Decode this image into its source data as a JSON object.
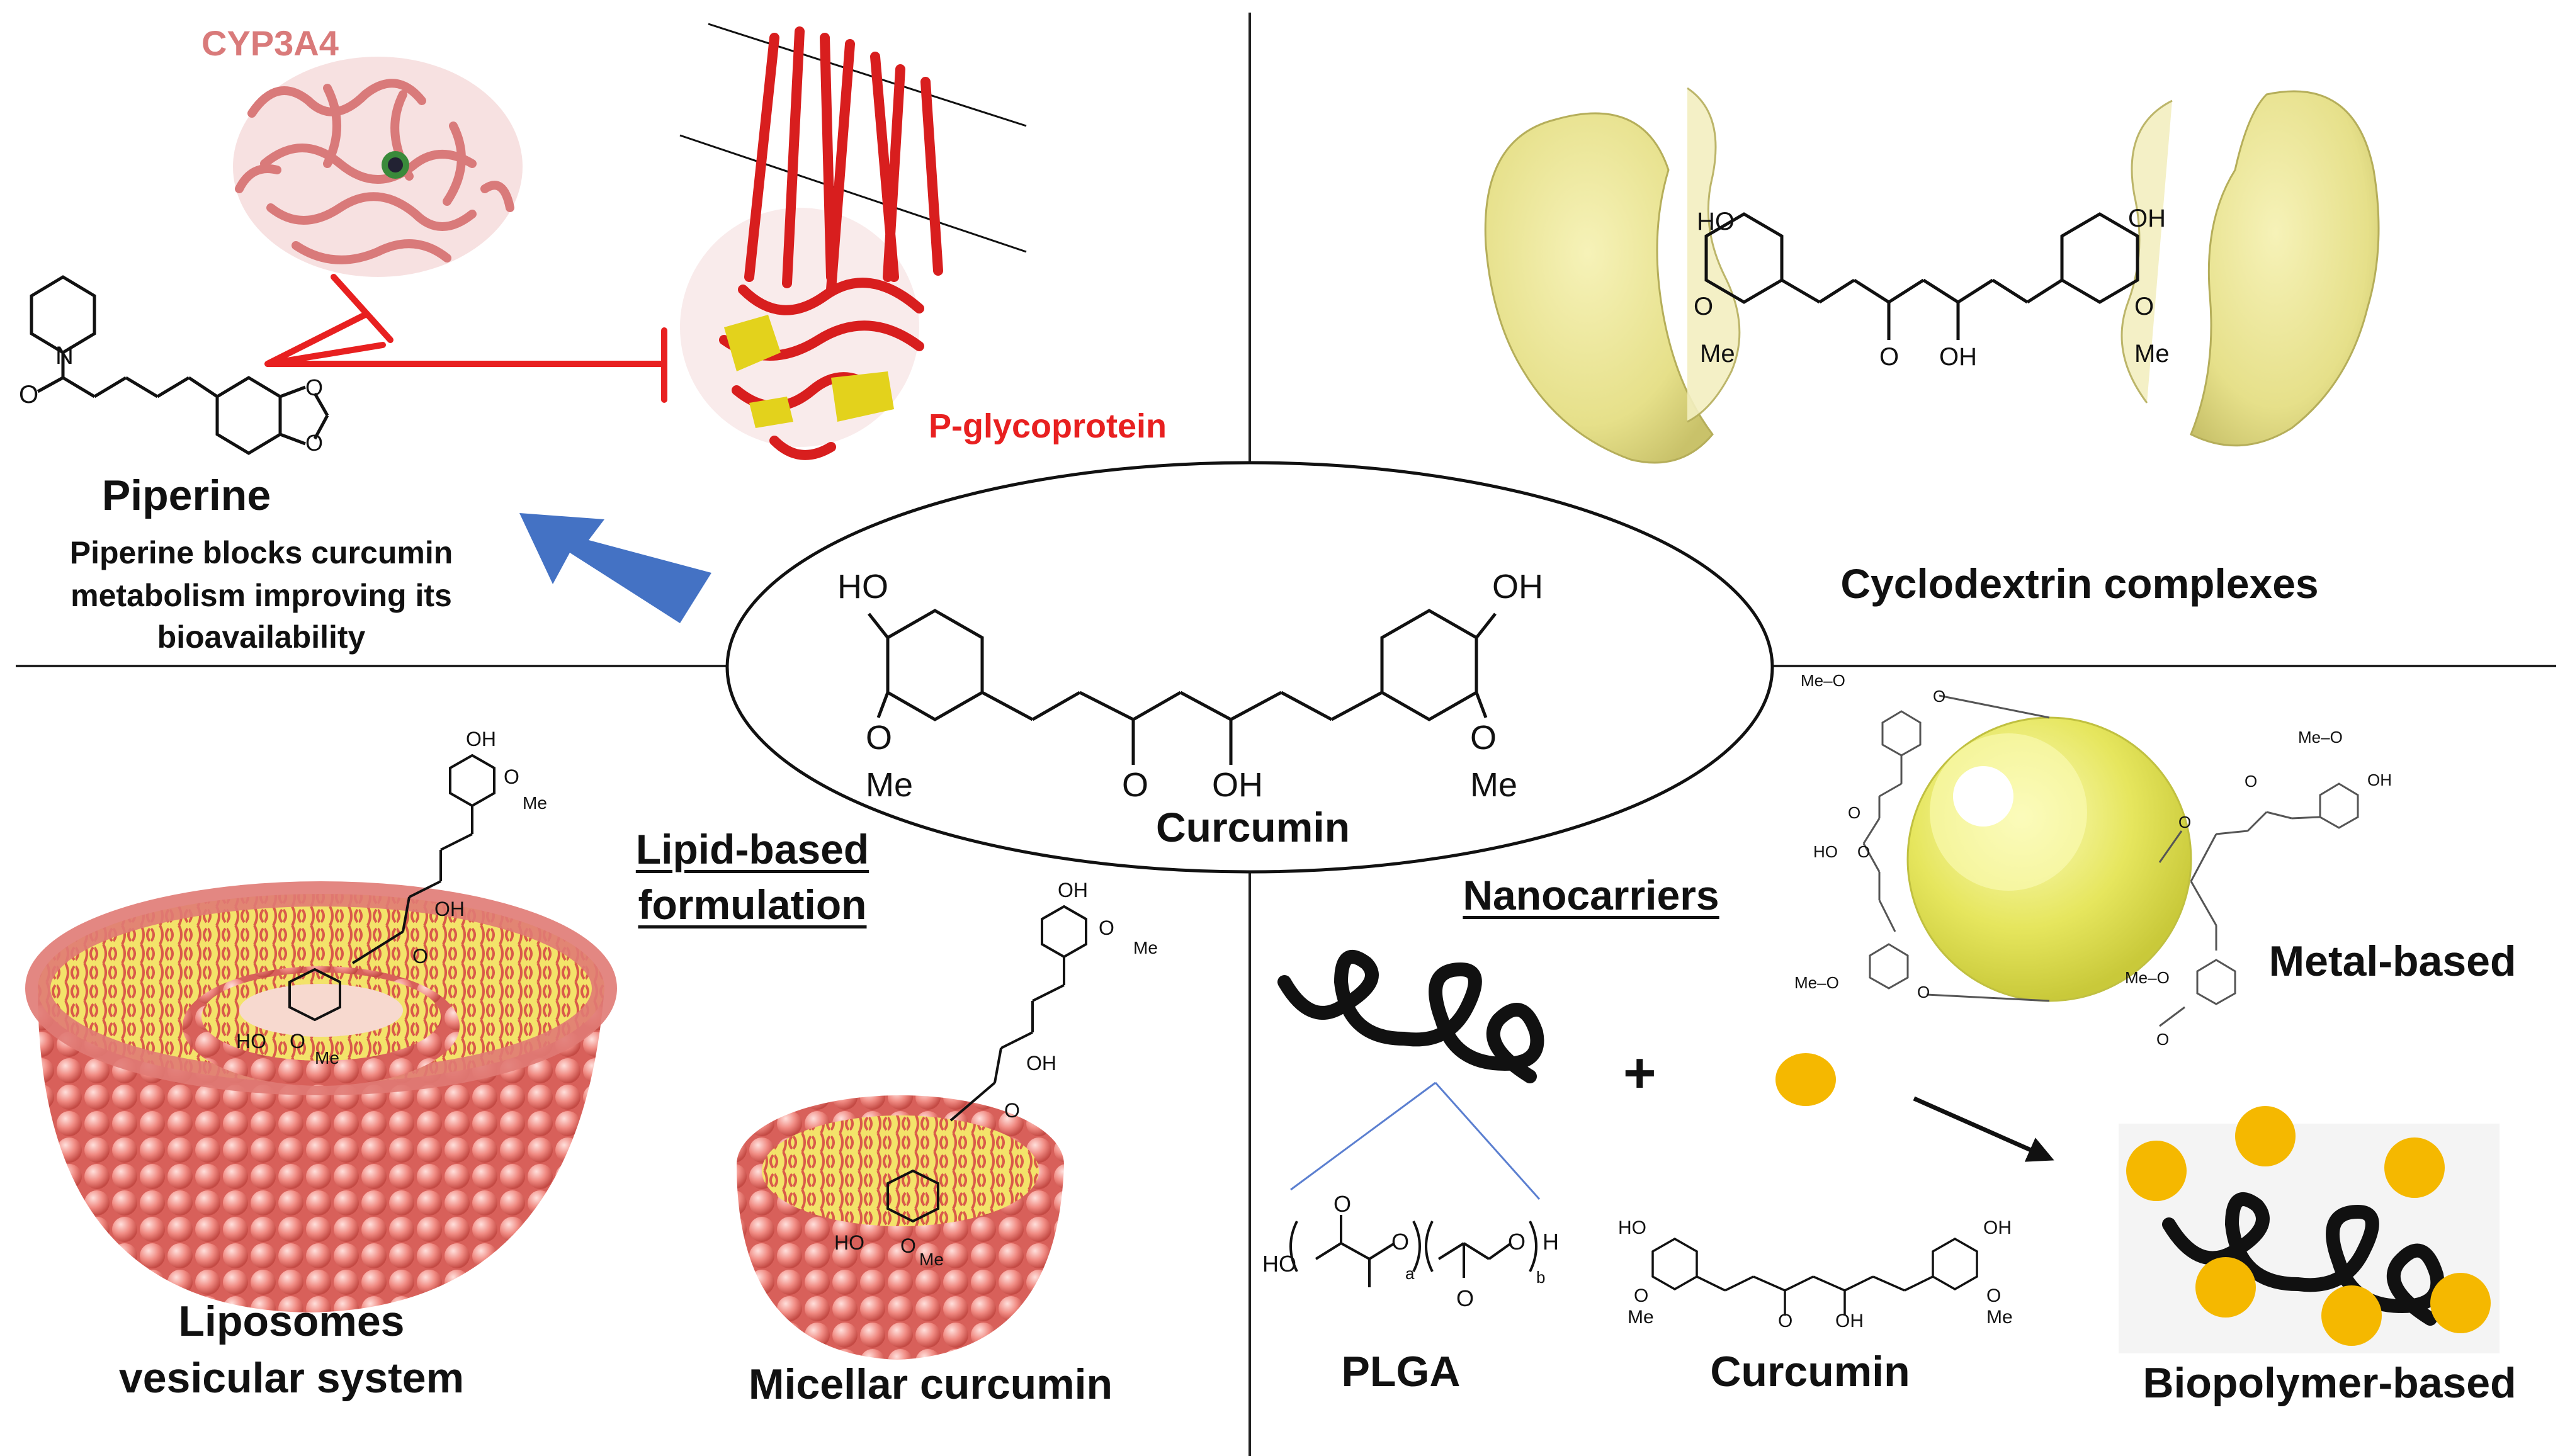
{
  "labels": {
    "cyp3a4": "CYP3A4",
    "pgp": "P-glycoprotein",
    "piperine_title": "Piperine",
    "piperine_desc": [
      "Piperine blocks curcumin",
      "metabolism improving its",
      "bioavailability"
    ],
    "cyclodextrin": "Cyclodextrin complexes",
    "curcumin_center": "Curcumin",
    "lipid": [
      "Lipid-based",
      "formulation"
    ],
    "liposomes": [
      "Liposomes",
      "vesicular system"
    ],
    "micellar": "Micellar curcumin",
    "nanocarriers": "Nanocarriers",
    "metal": "Metal-based",
    "plga": "PLGA",
    "curcumin_bottom": "Curcumin",
    "biopolymer": "Biopolymer-based",
    "plus": "+"
  },
  "chem_text": {
    "ho": "HO",
    "oh": "OH",
    "o": "O",
    "me": "Me",
    "n": "N",
    "meo": "Me–O",
    "h": "H",
    "a": "a",
    "b": "b"
  },
  "colors": {
    "inhibit": "#e82020",
    "arrow_blue": "#4472c4",
    "cyp3a4": "#d97a7a",
    "pgp": "#d81e1e",
    "pgp_yellow": "#e3d21c",
    "cyclodextrin": "#ece79a",
    "liposome": "#f0807a",
    "nanoparticle": "#f5b800",
    "metal_sphere": "#e8e86a",
    "plga_link": "#5b7fd0"
  }
}
